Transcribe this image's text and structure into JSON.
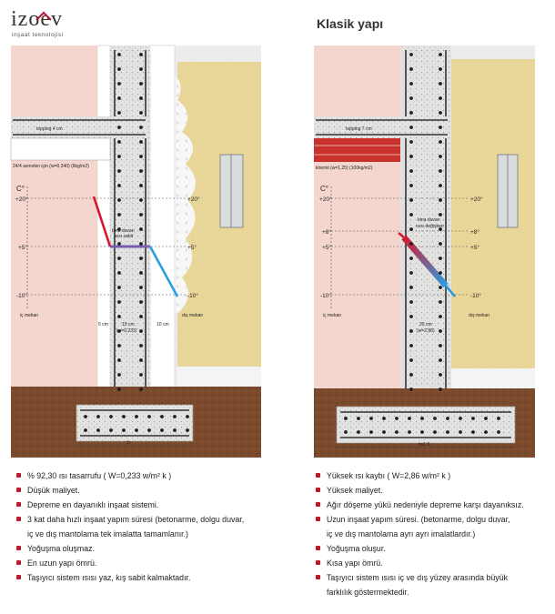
{
  "logo": {
    "text": "izoev",
    "subtitle": "inşaat teknolojisi"
  },
  "colors": {
    "brand_red": "#c0142a",
    "hot_line": "#d8172e",
    "cold_line": "#2a9ee0",
    "wall_pink": "#f4d6cf",
    "plaster": "#e9d79a",
    "soil": "#7b4a2c"
  },
  "left_panel": {
    "slab_label": "topping 4 cm",
    "beam_label": "24/4 asmolen için (w=0,340) (6kg/m2)",
    "unit": "C°",
    "ticks": [
      "+20°",
      "+5°",
      "-10°"
    ],
    "ticks_right": [
      "+20°",
      "+5°",
      "-10°"
    ],
    "insulation_label_1": "bina duvarı",
    "insulation_label_2": "ısısı sabit",
    "inside": "iç mekan",
    "outside": "dış mekan",
    "dim_inner": "5 cm",
    "dim_core": "15 cm",
    "dim_core_w": "(w=0,233)",
    "dim_outer": "10 cm",
    "footing_label": "b"
  },
  "right_panel": {
    "title": "Klasik yapı",
    "slab_label": "topping 7 cm",
    "beam_label": "kiremit (w=1,25) (100kg/m2)",
    "unit": "C°",
    "ticks": [
      "+20°",
      "+8°",
      "+5°",
      "-10°"
    ],
    "ticks_right": [
      "+20°",
      "+8°",
      "+5°",
      "-10°"
    ],
    "insulation_label_1": "bina duvarı",
    "insulation_label_2": "ısısı değişken",
    "inside": "iç mekan",
    "outside": "dış mekan",
    "dim_core": "20 cm",
    "dim_core_w": "(w=2,86)",
    "footing_label": "bx1,5"
  },
  "left_bullets": [
    {
      "text": "% 92,30 ısı tasarrufu ( W=0,233 w/m² k )",
      "cont": false
    },
    {
      "text": "Düşük maliyet.",
      "cont": false
    },
    {
      "text": "Depreme en dayanıklı inşaat sistemi.",
      "cont": false
    },
    {
      "text": "3 kat daha hızlı inşaat yapım süresi (betonarme, dolgu duvar,",
      "cont": false
    },
    {
      "text": "iç ve dış mantolama tek imalatta tamamlanır.)",
      "cont": true
    },
    {
      "text": "Yoğuşma oluşmaz.",
      "cont": false
    },
    {
      "text": "En uzun yapı ömrü.",
      "cont": false
    },
    {
      "text": "Taşıyıcı sistem ısısı yaz, kış sabit kalmaktadır.",
      "cont": false
    }
  ],
  "right_bullets": [
    {
      "text": "Yüksek ısı kaybı ( W=2,86 w/m² k )",
      "cont": false
    },
    {
      "text": "Yüksek maliyet.",
      "cont": false
    },
    {
      "text": "Ağır döşeme yükü nedeniyle depreme karşı dayanıksız.",
      "cont": false
    },
    {
      "text": "Uzun inşaat yapım süresi. (betonarme, dolgu duvar,",
      "cont": false
    },
    {
      "text": "iç ve dış mantolama ayrı ayrı imalatlardır.)",
      "cont": true
    },
    {
      "text": "Yoğuşma oluşur.",
      "cont": false
    },
    {
      "text": "Kısa yapı ömrü.",
      "cont": false
    },
    {
      "text": "Taşıyıcı sistem ısısı iç ve dış yüzey arasında büyük",
      "cont": false
    },
    {
      "text": "farklılık göstermektedir.",
      "cont": true
    }
  ]
}
